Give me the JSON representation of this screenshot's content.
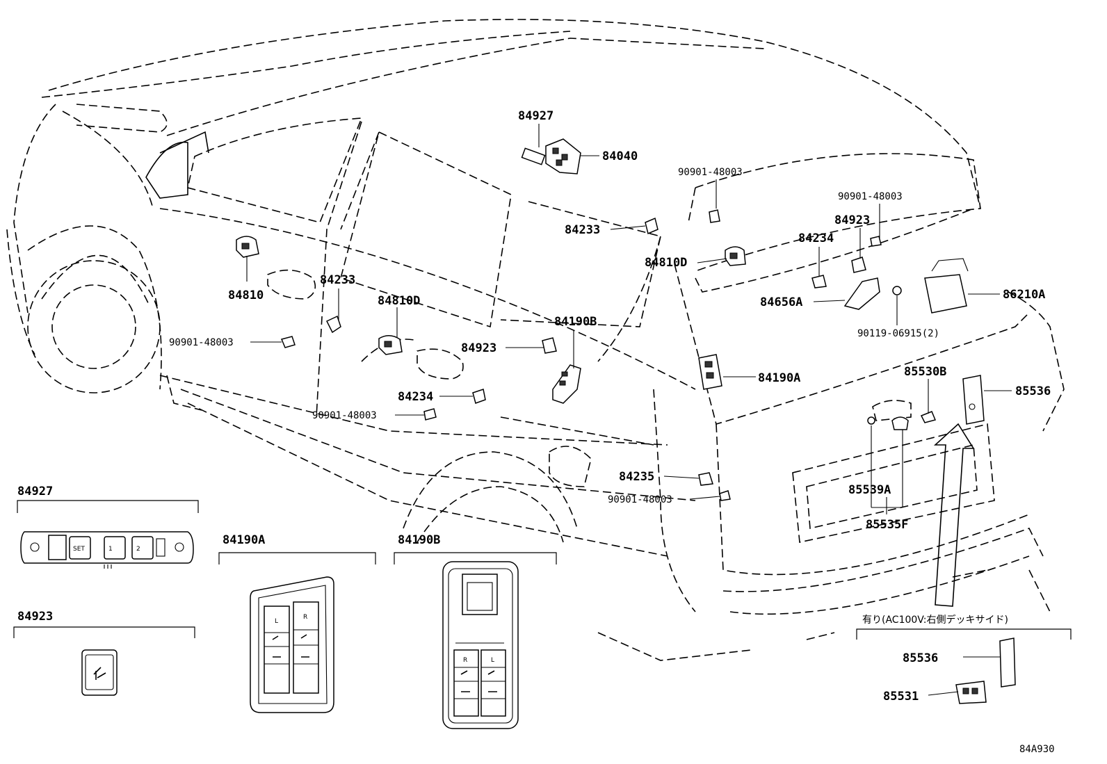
{
  "diagram": {
    "code": "84A930",
    "labels": {
      "p84927": "84927",
      "p84040": "84040",
      "p90901_top": "90901-48003",
      "p84233_top": "84233",
      "p84810": "84810",
      "p84233_mid": "84233",
      "p84810D_mid": "84810D",
      "p90901_left": "90901-48003",
      "p84190B": "84190B",
      "p84923_mid": "84923",
      "p84234_mid": "84234",
      "p90901_low": "90901-48003",
      "p84810D_right": "84810D",
      "p90901_right": "90901-48003",
      "p84923_right": "84923",
      "p84234_right": "84234",
      "p84656A": "84656A",
      "p86210A": "86210A",
      "p90119": "90119-06915(2)",
      "p84190A": "84190A",
      "p85530B": "85530B",
      "p85536": "85536",
      "p84235": "84235",
      "p90901_bottom": "90901-48003",
      "p85539A": "85539A",
      "p85535F": "85535F",
      "detail_84927": "84927",
      "detail_84923": "84923",
      "detail_84190A": "84190A",
      "detail_84190B": "84190B",
      "detail_jp_note": "有り(AC100V:右側デッキサイド)",
      "detail_85536": "85536",
      "detail_85531": "85531"
    },
    "switch_text": {
      "set": "SET",
      "mem1": "1",
      "mem2": "2",
      "left": "L",
      "right": "R"
    }
  }
}
